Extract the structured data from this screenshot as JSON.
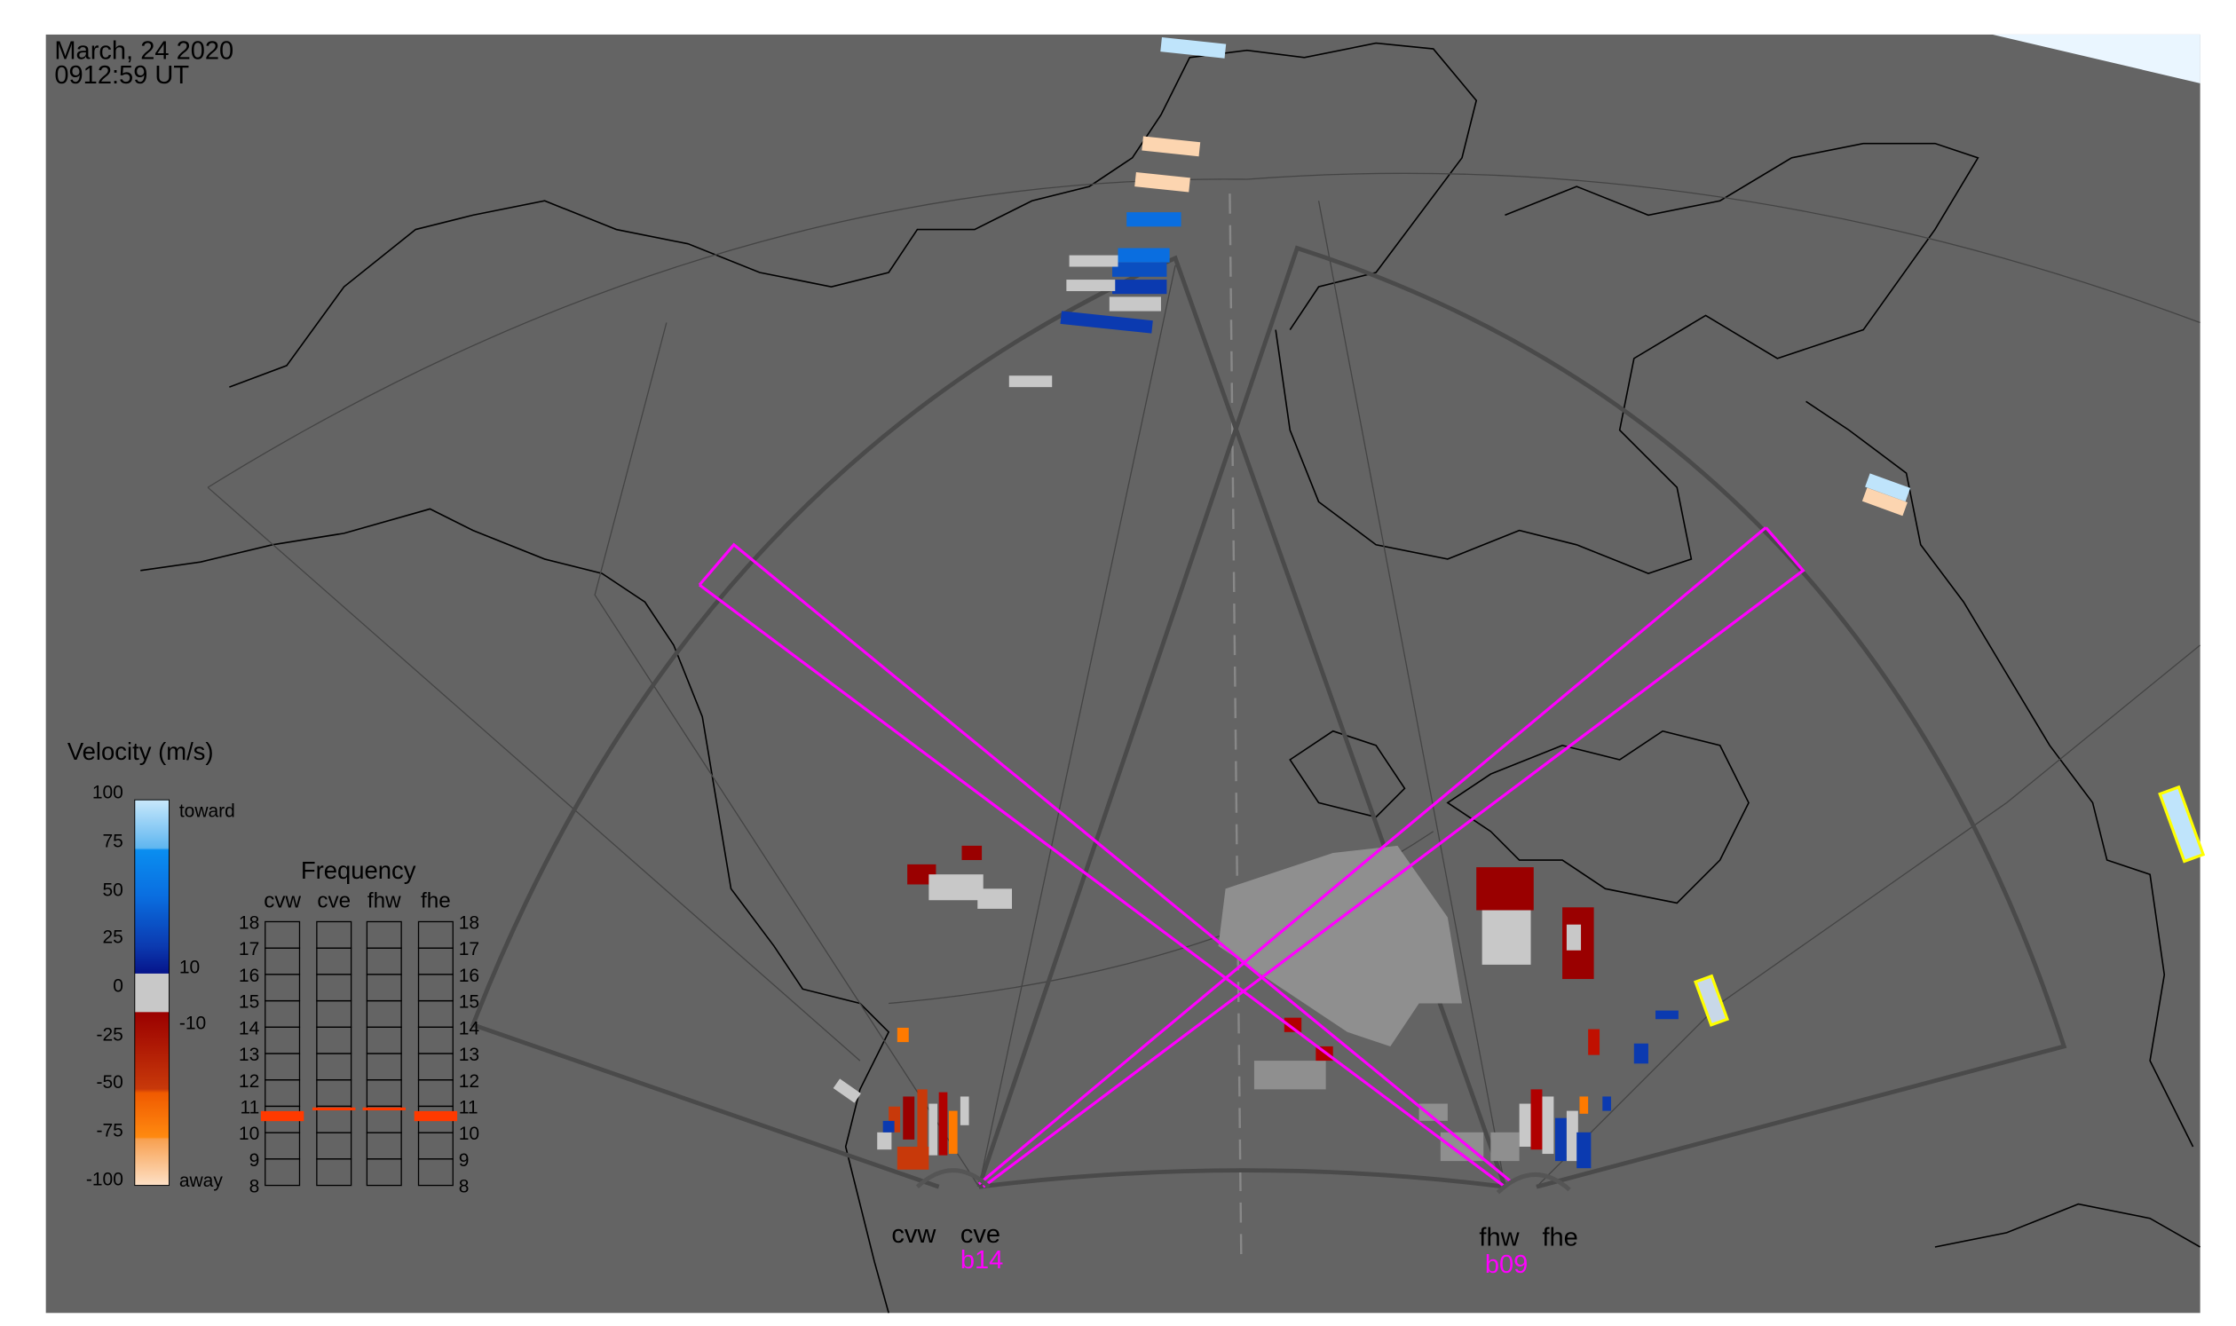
{
  "header": {
    "date": "March, 24 2020",
    "time": "0912:59 UT"
  },
  "legend": {
    "title": "Velocity (m/s)",
    "ticks": [
      "100",
      "75",
      "50",
      "25",
      "0",
      "-25",
      "-50",
      "-75",
      "-100"
    ],
    "toward_label": "toward",
    "away_label": "away",
    "upper_threshold": "10",
    "lower_threshold": "-10",
    "colors": [
      "#bfe4fb",
      "#0a8ef0",
      "#0b4fc0",
      "#06148a",
      "#c8c8c8",
      "#9a0000",
      "#c8390a",
      "#ff7a00",
      "#fcd5b0"
    ]
  },
  "frequency": {
    "title": "Frequency",
    "radars": [
      "cvw",
      "cve",
      "fhw",
      "fhe"
    ],
    "ticks": [
      "18",
      "17",
      "16",
      "15",
      "14",
      "13",
      "12",
      "11",
      "10",
      "9",
      "8"
    ],
    "values_mhz": [
      10.6,
      10.9,
      10.9,
      10.6
    ],
    "marker_color": "#ff3a00"
  },
  "map": {
    "background": "#646464",
    "beam_color": "#ff00ff",
    "sites": [
      {
        "label": "cvw"
      },
      {
        "label": "cve",
        "beam": "b14"
      },
      {
        "label": "fhw",
        "beam": "b09"
      },
      {
        "label": "fhe"
      }
    ]
  }
}
